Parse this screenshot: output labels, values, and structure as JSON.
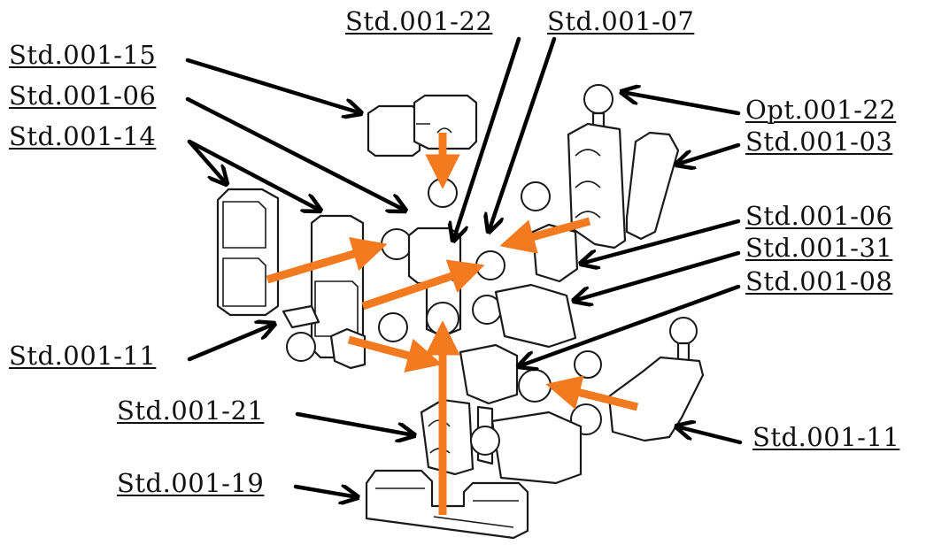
{
  "labels": {
    "std_001_22": "Std.001-22",
    "std_001_07": "Std.001-07",
    "std_001_15": "Std.001-15",
    "std_001_06_left": "Std.001-06",
    "std_001_14": "Std.001-14",
    "opt_001_22": "Opt.001-22",
    "std_001_03": "Std.001-03",
    "std_001_06_right": "Std.001-06",
    "std_001_31": "Std.001-31",
    "std_001_08": "Std.001-08",
    "std_001_11_left": "Std.001-11",
    "std_001_21": "Std.001-21",
    "std_001_11_right": "Std.001-11",
    "std_001_19": "Std.001-19"
  },
  "colors": {
    "assembly_arrow": "#f47a20",
    "leader_line": "#000000",
    "outline": "#1a1a1a"
  }
}
